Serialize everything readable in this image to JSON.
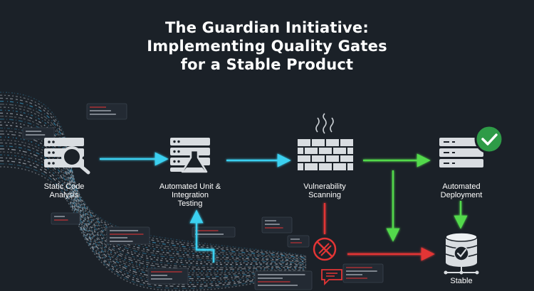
{
  "title": {
    "line1": "The Guardian Initiative:",
    "line2": "Implementing Quality Gates",
    "line3": "for a Stable Product"
  },
  "stages": [
    {
      "id": "static",
      "icon": "server-magnifier-icon",
      "label_lines": [
        "Static Code",
        "Analysis"
      ]
    },
    {
      "id": "testing",
      "icon": "server-flask-icon",
      "label_lines": [
        "Automated Unit &",
        "Integration",
        "Testing"
      ]
    },
    {
      "id": "security",
      "icon": "firewall-icon",
      "label_lines": [
        "Vulnerability",
        "Scanning"
      ]
    },
    {
      "id": "deploy",
      "icon": "server-check-icon",
      "label_lines": [
        "Automated",
        "Deployment"
      ]
    },
    {
      "id": "stable",
      "icon": "database-check-icon",
      "label_lines": [
        "Stable"
      ]
    }
  ],
  "colors": {
    "background": "#1b2128",
    "pass_arrow": "#3ad0f0",
    "success_arrow": "#52d94c",
    "fail_arrow": "#e23535",
    "check_badge": "#2e9b47",
    "icon_light": "#d9dde1",
    "code_stream_light": "#cfd6de",
    "code_stream_blue": "#3aa6d8"
  }
}
